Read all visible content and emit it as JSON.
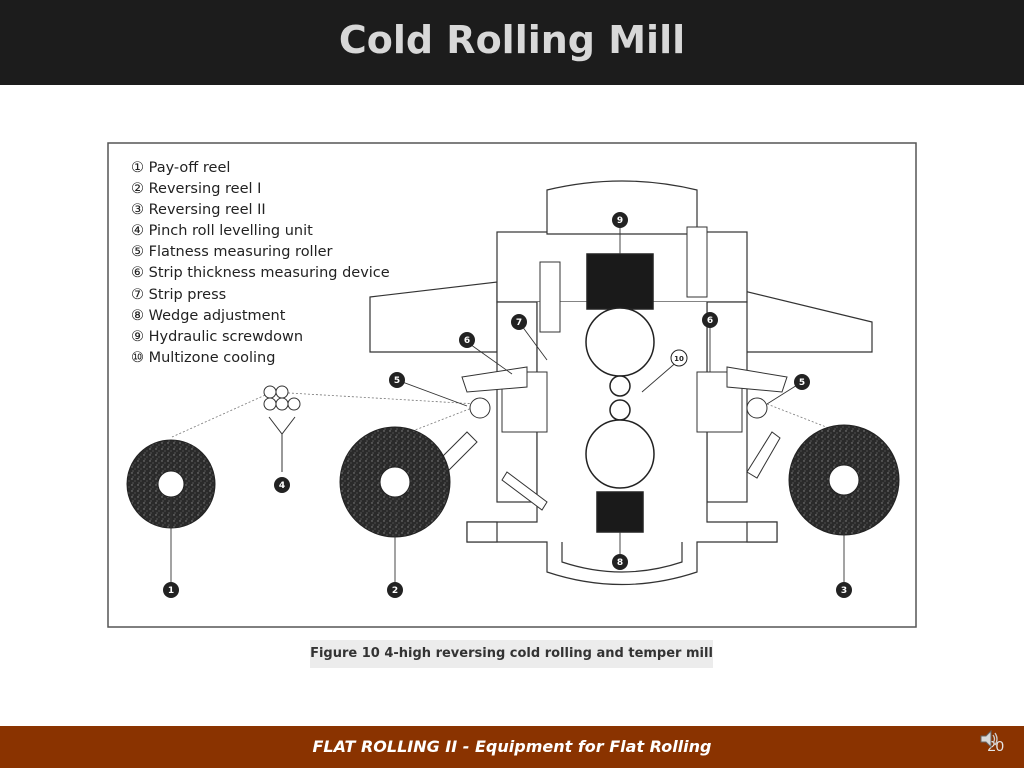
{
  "slide": {
    "title": "Cold Rolling Mill",
    "caption": "Figure 10 4-high reversing cold rolling and temper mill",
    "footer": "FLAT ROLLING II - Equipment for Flat Rolling",
    "page_number": "20"
  },
  "legend": [
    {
      "num": "①",
      "text": "Pay-off reel"
    },
    {
      "num": "②",
      "text": "Reversing reel I"
    },
    {
      "num": "③",
      "text": "Reversing reel II"
    },
    {
      "num": "④",
      "text": "Pinch roll levelling unit"
    },
    {
      "num": "⑤",
      "text": "Flatness measuring roller"
    },
    {
      "num": "⑥",
      "text": "Strip thickness measuring device"
    },
    {
      "num": "⑦",
      "text": "Strip press"
    },
    {
      "num": "⑧",
      "text": "Wedge adjustment"
    },
    {
      "num": "⑨",
      "text": "Hydraulic screwdown"
    },
    {
      "num": "⑩",
      "text": "Multizone cooling"
    }
  ],
  "markers": [
    "1",
    "2",
    "3",
    "4",
    "5",
    "5",
    "6",
    "6",
    "7",
    "8",
    "9",
    "10"
  ],
  "icons": {
    "speaker": "speaker-icon"
  },
  "colors": {
    "header": "#1c1c1c",
    "footer": "#8a3300",
    "title": "#d8d8d8"
  }
}
